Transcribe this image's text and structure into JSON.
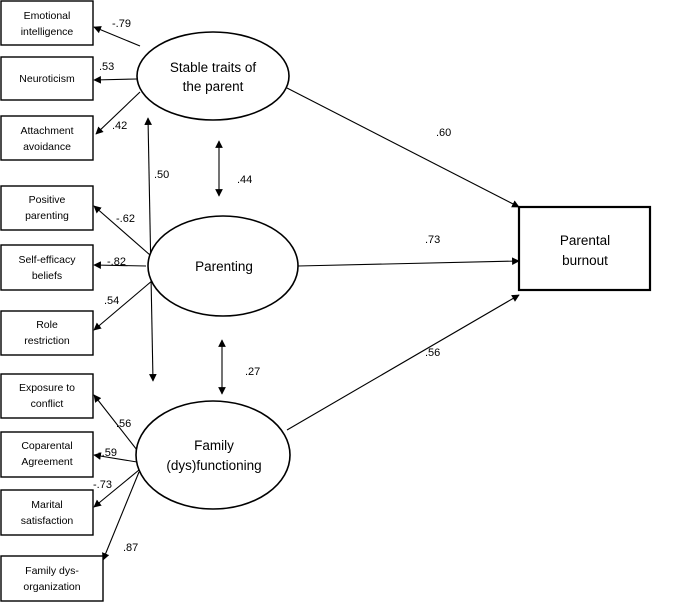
{
  "latents": {
    "stable_traits": {
      "lines": [
        "Stable traits of",
        "the parent"
      ]
    },
    "parenting": {
      "lines": [
        "Parenting"
      ]
    },
    "family_functioning": {
      "lines": [
        "Family",
        "(dys)functioning"
      ]
    }
  },
  "outcome": {
    "lines": [
      "Parental",
      "burnout"
    ]
  },
  "indicators": [
    {
      "id": "emotional-intelligence",
      "lines": [
        "Emotional",
        "intelligence"
      ],
      "loading": "-.79"
    },
    {
      "id": "neuroticism",
      "lines": [
        "Neuroticism"
      ],
      "loading": ".53"
    },
    {
      "id": "attachment-avoidance",
      "lines": [
        "Attachment",
        "avoidance"
      ],
      "loading": ".42"
    },
    {
      "id": "positive-parenting",
      "lines": [
        "Positive",
        "parenting"
      ],
      "loading": "-.62"
    },
    {
      "id": "self-efficacy-beliefs",
      "lines": [
        "Self-efficacy",
        "beliefs"
      ],
      "loading": "-.82"
    },
    {
      "id": "role-restriction",
      "lines": [
        "Role",
        "restriction"
      ],
      "loading": ".54"
    },
    {
      "id": "exposure-to-conflict",
      "lines": [
        "Exposure to",
        "conflict"
      ],
      "loading": ".56"
    },
    {
      "id": "coparental-agreement",
      "lines": [
        "Coparental",
        "Agreement"
      ],
      "loading": "-.59"
    },
    {
      "id": "marital-satisfaction",
      "lines": [
        "Marital",
        "satisfaction"
      ],
      "loading": "-.73"
    },
    {
      "id": "family-dysorganization",
      "lines": [
        "Family dys-",
        "organization"
      ],
      "loading": ".87"
    }
  ],
  "correlations": {
    "traits_parenting": ".44",
    "traits_family": ".50",
    "parenting_family": ".27"
  },
  "paths": {
    "traits_burnout": ".60",
    "parenting_burnout": ".73",
    "family_burnout": ".56"
  }
}
